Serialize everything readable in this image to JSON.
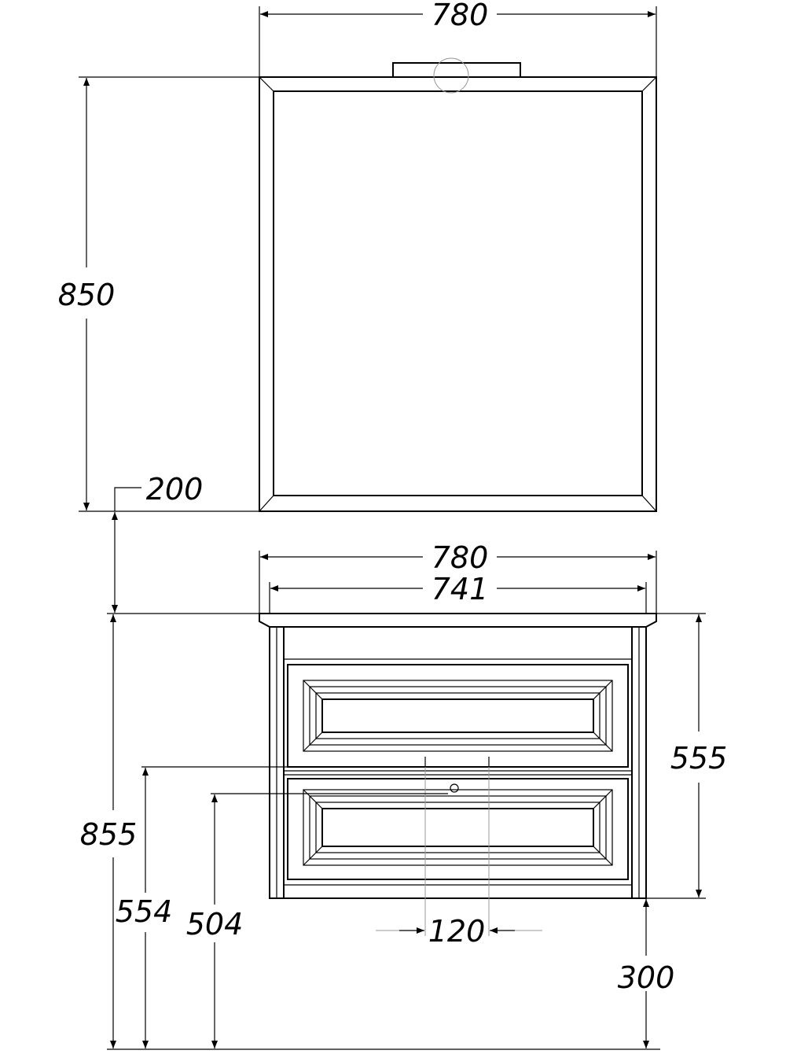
{
  "mirror": {
    "width_label": "780",
    "height_label": "850",
    "gap_label": "200"
  },
  "vanity": {
    "top_width_label": "780",
    "inner_width_label": "741",
    "body_height_label": "555",
    "total_height_label": "855",
    "outlet_height_label": "554",
    "drain_height_label": "504",
    "outlet_spacing_label": "120",
    "floor_clearance_label": "300"
  }
}
